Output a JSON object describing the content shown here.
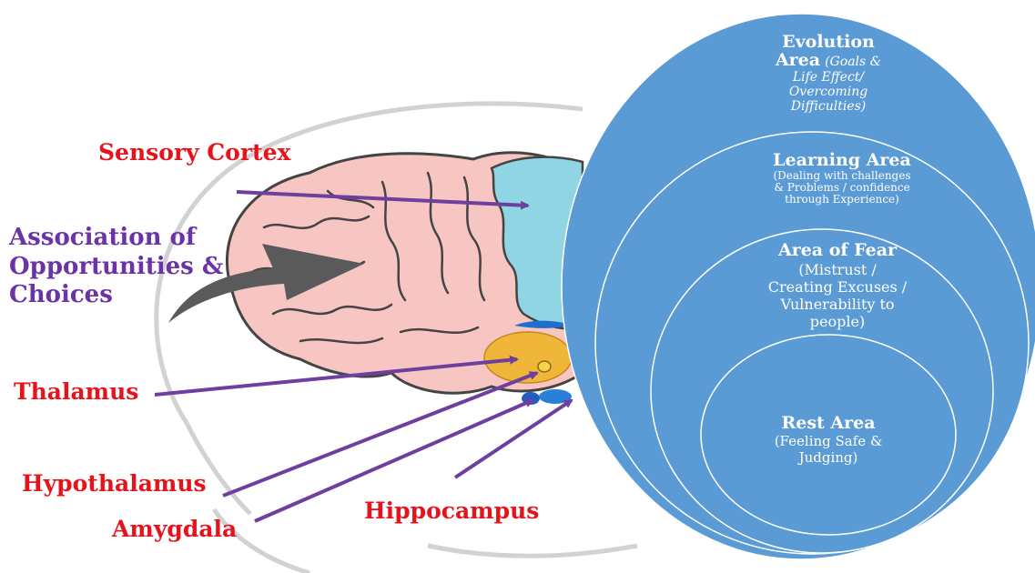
{
  "labels": {
    "sensory_cortex": "Sensory Cortex",
    "association": [
      "Association of",
      "Opportunities &",
      "Choices"
    ],
    "thalamus": "Thalamus",
    "hypothalamus": "Hypothalamus",
    "amygdala": "Amygdala",
    "hippocampus": "Hippocampus"
  },
  "zones": {
    "evolution": {
      "title_line1": "Evolution",
      "title_line2": "Area",
      "sub": [
        "(Goals &",
        "Life Effect/",
        "Overcoming",
        "Difficulties)"
      ]
    },
    "learning": {
      "title": "Learning Area",
      "sub": [
        "(Dealing with challenges",
        "& Problems / confidence",
        "through Experience)"
      ]
    },
    "fear": {
      "title": "Area of Fear",
      "sub": [
        "(Mistrust /",
        "Creating Excuses /",
        "Vulnerability to",
        "people)"
      ]
    },
    "rest": {
      "title": "Rest Area",
      "sub": [
        "(Feeling Safe &",
        "Judging)"
      ]
    }
  },
  "colors": {
    "label_red": "#e8121b",
    "label_purple": "#6b33a6",
    "arrow_purple": "#6f3fa0",
    "circle_blue": "#5b9bd5",
    "brain_pink": "#f7c6c2",
    "cortex_blue": "#8fd5e3",
    "thalamus_gold": "#f0b63a",
    "big_arrow_gray": "#5a5a5a"
  }
}
